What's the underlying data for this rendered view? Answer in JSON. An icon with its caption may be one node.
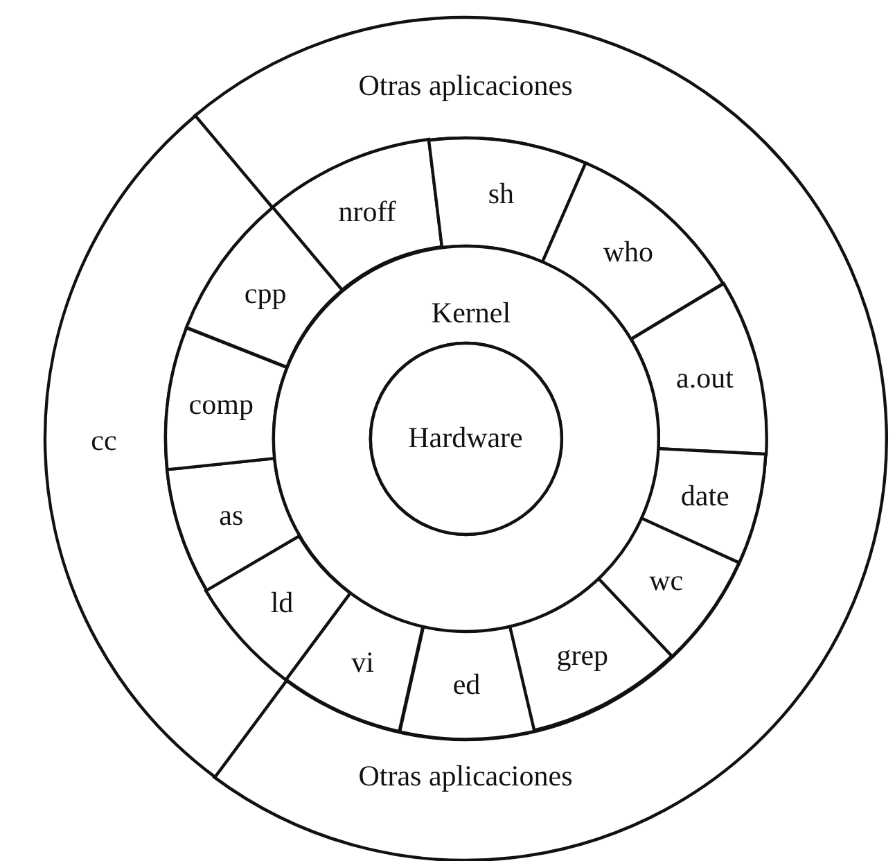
{
  "diagram": {
    "nodes": [
      {
        "text": [
          "Otras aplicaciones",
          "Otras aplicaciones"
        ]
      },
      {
        "text": [
          "cc"
        ]
      },
      {
        "text": [
          "nroff"
        ]
      },
      {
        "text": [
          "sh"
        ]
      },
      {
        "text": [
          "who"
        ]
      },
      {
        "text": [
          "a.out"
        ]
      },
      {
        "text": [
          "date"
        ]
      },
      {
        "text": [
          "wc"
        ]
      },
      {
        "text": [
          "grep"
        ]
      },
      {
        "text": [
          "ed"
        ]
      },
      {
        "text": [
          "vi"
        ]
      },
      {
        "text": [
          "ld"
        ]
      },
      {
        "text": [
          "as"
        ]
      },
      {
        "text": [
          "comp"
        ]
      },
      {
        "text": [
          "cpp"
        ]
      },
      {
        "text": [
          "Kernel"
        ]
      },
      {
        "text": [
          "Hardware"
        ],
        "in": 15
      }
    ]
  }
}
